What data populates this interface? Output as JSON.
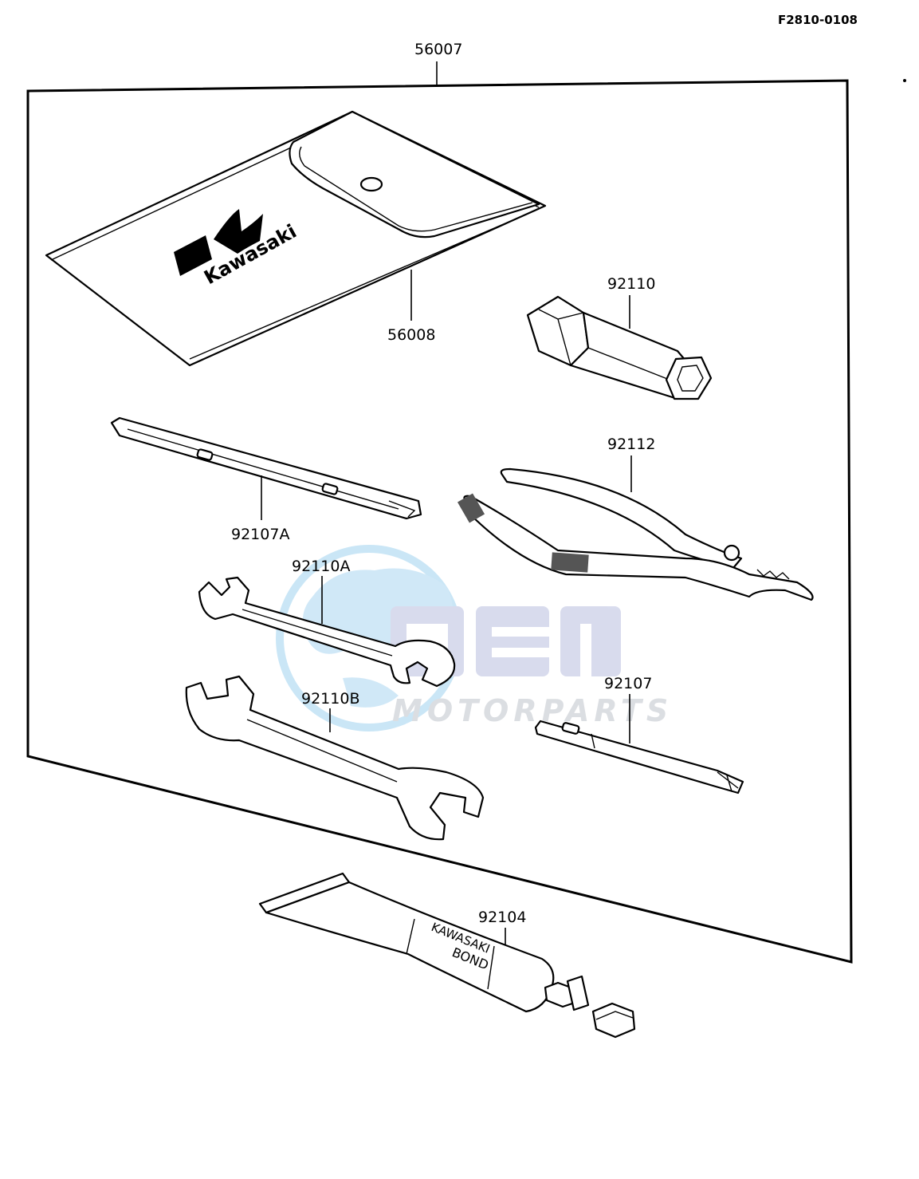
{
  "diagram": {
    "code": "F2810-0108",
    "kit_number": "56007",
    "pouch_brand": "Kawasaki",
    "tube_label_line1": "KAWASAKI",
    "tube_label_line2": "BOND",
    "watermark_brand": "oem",
    "watermark_sub": "MOTORPARTS",
    "parts": {
      "pouch": "56008",
      "plug_wrench": "92110",
      "screwdriver_handle": "92107A",
      "pliers": "92112",
      "wrench_a": "92110A",
      "wrench_b": "92110B",
      "screwdriver": "92107",
      "bond": "92104"
    }
  }
}
